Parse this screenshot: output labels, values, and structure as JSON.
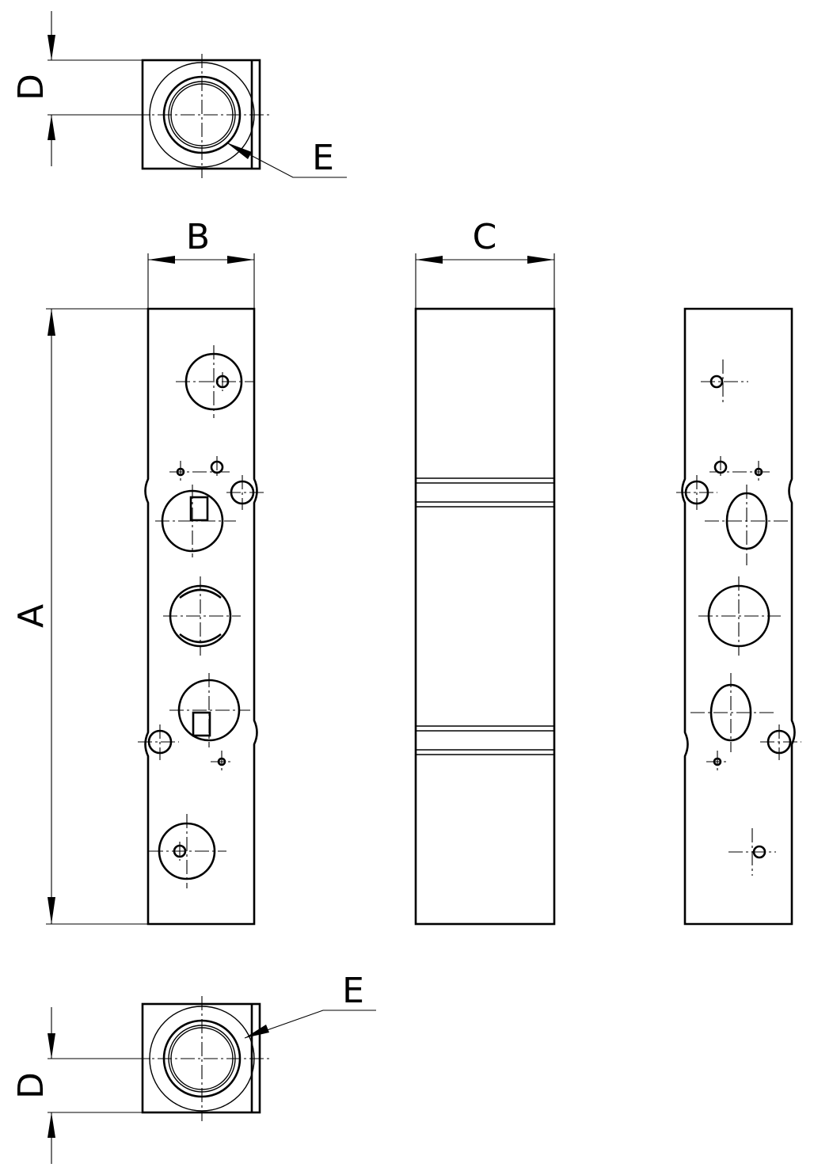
{
  "labels": {
    "a": "A",
    "b": "B",
    "c": "C",
    "d_top": "D",
    "d_bottom": "D",
    "e_top": "E",
    "e_bottom": "E"
  }
}
